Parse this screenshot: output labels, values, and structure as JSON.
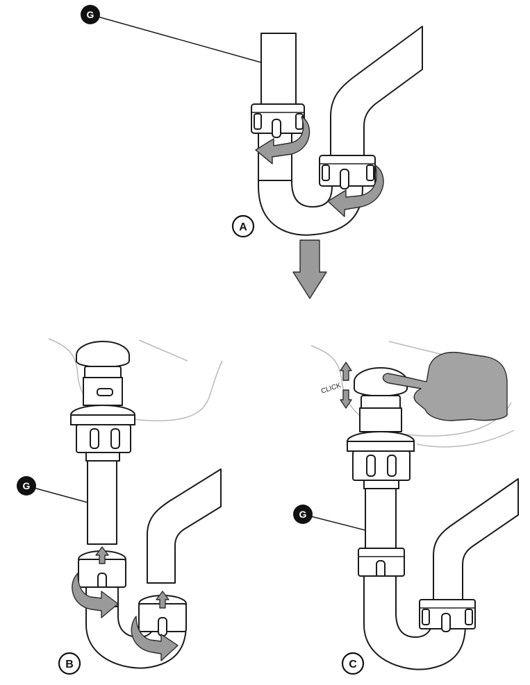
{
  "panels": {
    "a": {
      "badge": "A"
    },
    "b": {
      "badge": "B"
    },
    "c": {
      "badge": "C",
      "click_label": "CLICK"
    }
  },
  "callouts": {
    "a": "G",
    "b": "G",
    "c": "G"
  },
  "colors": {
    "ink": "#1a1a1a",
    "arrow_fill": "#9a9a9a",
    "sink_outline": "#b9b9b9",
    "hand_fill": "#a3a3a3"
  }
}
